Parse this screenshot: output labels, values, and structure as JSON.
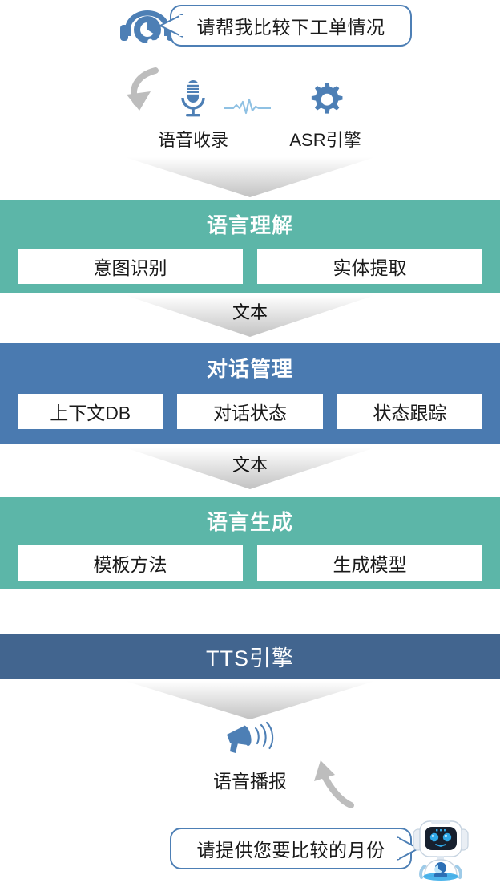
{
  "colors": {
    "teal": "#5cb6a8",
    "blue": "#4a7ab0",
    "dark_blue": "#42658f",
    "icon_blue": "#4d7fb5",
    "wave_blue": "#8fc1e3",
    "bubble_border": "#4d7fb5",
    "arrow_gray": "#bdbdbd",
    "chevron_gray": "#c9c9c9"
  },
  "user_bubble": {
    "text": "请帮我比较下工单情况"
  },
  "bot_bubble": {
    "text": "请提供您要比较的月份"
  },
  "capture_row": {
    "mic": {
      "icon": "microphone-icon",
      "label": "语音收录"
    },
    "waveform": {
      "icon": "audio-waveform-icon"
    },
    "asr": {
      "icon": "gear-icon",
      "label": "ASR引擎"
    }
  },
  "connectors": [
    {
      "name": "capture-to-nlu",
      "label": ""
    },
    {
      "name": "nlu-to-dm",
      "label": "文本"
    },
    {
      "name": "dm-to-nlg",
      "label": "文本"
    },
    {
      "name": "tts-to-speech",
      "label": ""
    }
  ],
  "stages": [
    {
      "id": "nlu",
      "title": "语言理解",
      "color": "teal",
      "boxes": [
        "意图识别",
        "实体提取"
      ]
    },
    {
      "id": "dm",
      "title": "对话管理",
      "color": "blue",
      "boxes": [
        "上下文DB",
        "对话状态",
        "状态跟踪"
      ]
    },
    {
      "id": "nlg",
      "title": "语言生成",
      "color": "teal",
      "boxes": [
        "模板方法",
        "生成模型"
      ]
    },
    {
      "id": "tts",
      "title": "TTS引擎",
      "color": "dark_blue",
      "boxes": []
    }
  ],
  "speech_output": {
    "icon": "megaphone-icon",
    "label": "语音播报"
  },
  "robot": {
    "icon": "robot-assistant-icon"
  },
  "headset": {
    "icon": "headset-icon"
  }
}
